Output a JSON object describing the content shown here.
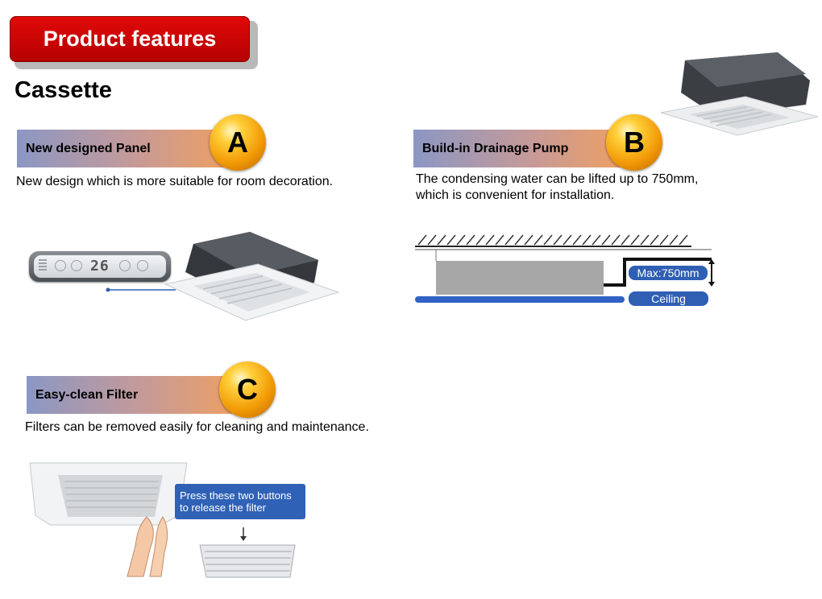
{
  "header": {
    "title": "Product features"
  },
  "page": {
    "subtitle": "Cassette"
  },
  "features": [
    {
      "letter": "A",
      "title": "New designed Panel",
      "description": "New design which is more suitable for room decoration."
    },
    {
      "letter": "B",
      "title": "Build-in Drainage Pump",
      "description_line1": "The condensing water can be lifted up to 750mm,",
      "description_line2": "which is convenient for installation."
    },
    {
      "letter": "C",
      "title": "Easy-clean Filter",
      "description": "Filters can be removed easily for cleaning and maintenance."
    }
  ],
  "remote": {
    "temperature": "26"
  },
  "diagram": {
    "max_label": "Max:750mm",
    "ceiling_label": "Ceiling"
  },
  "filter_callout": {
    "line1": "Press these two buttons",
    "line2": "to release the filter"
  },
  "colors": {
    "ribbon": "#c80000",
    "label_blue": "#2f5fb3",
    "badge_orange": "#f29a06"
  }
}
